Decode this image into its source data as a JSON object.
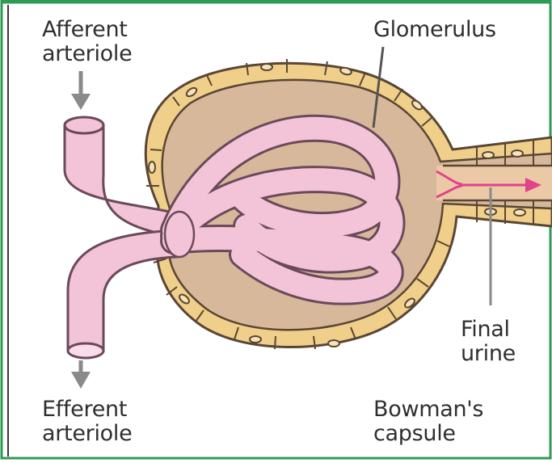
{
  "labels": {
    "afferent": "Afferent\narteriole",
    "glomerulus": "Glomerulus",
    "efferent": "Efferent\narteriole",
    "bowmans": "Bowman's\ncapsule",
    "final_urine": "Final\nurine"
  },
  "colors": {
    "frame": "#2f9a56",
    "capsule_wall": "#f0cf8a",
    "capsule_outline": "#5a4634",
    "capsule_space": "#d8b89a",
    "vessel_fill": "#f3c4d7",
    "vessel_outline": "#6a4a5a",
    "tubule_lumen": "#ecc9a6",
    "urine_arrow": "#e0438a",
    "pointer": "#8a8a8a"
  }
}
